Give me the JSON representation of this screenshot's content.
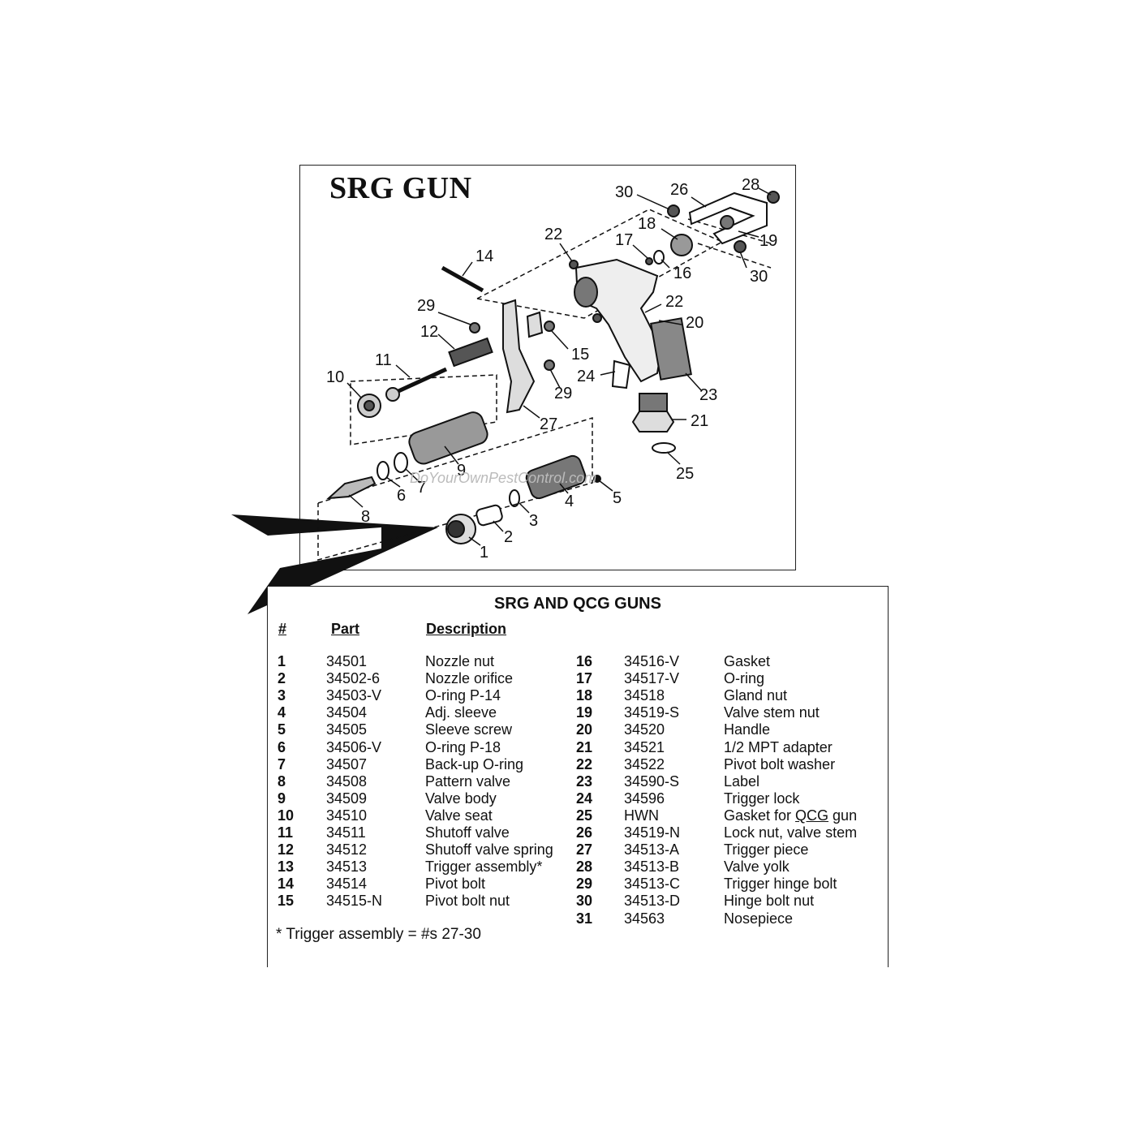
{
  "diagram": {
    "title": "SRG GUN",
    "watermark": "DoYourOwnPestControl.com",
    "callouts": [
      "30",
      "26",
      "28",
      "18",
      "19",
      "22",
      "17",
      "16",
      "30",
      "14",
      "22",
      "20",
      "29",
      "12",
      "15",
      "11",
      "24",
      "23",
      "10",
      "29",
      "27",
      "21",
      "9",
      "25",
      "6",
      "7",
      "4",
      "5",
      "8",
      "3",
      "2",
      "1"
    ]
  },
  "table": {
    "title": "SRG AND QCG GUNS",
    "headers": {
      "num": "#",
      "part": "Part",
      "description": "Description"
    },
    "left_rows": [
      {
        "num": "1",
        "part": "34501",
        "desc": "Nozzle nut"
      },
      {
        "num": "2",
        "part": "34502-6",
        "desc": "Nozzle orifice"
      },
      {
        "num": "3",
        "part": "34503-V",
        "desc": "O-ring  P-14"
      },
      {
        "num": "4",
        "part": "34504",
        "desc": "Adj. sleeve"
      },
      {
        "num": "5",
        "part": "34505",
        "desc": "Sleeve screw"
      },
      {
        "num": "6",
        "part": "34506-V",
        "desc": "O-ring P-18"
      },
      {
        "num": "7",
        "part": "34507",
        "desc": "Back-up O-ring"
      },
      {
        "num": "8",
        "part": "34508",
        "desc": "Pattern valve"
      },
      {
        "num": "9",
        "part": "34509",
        "desc": "Valve body"
      },
      {
        "num": "10",
        "part": "34510",
        "desc": "Valve seat"
      },
      {
        "num": "11",
        "part": "34511",
        "desc": "Shutoff valve"
      },
      {
        "num": "12",
        "part": "34512",
        "desc": "Shutoff valve spring"
      },
      {
        "num": "13",
        "part": "34513",
        "desc": "Trigger assembly*"
      },
      {
        "num": "14",
        "part": "34514",
        "desc": "Pivot bolt"
      },
      {
        "num": "15",
        "part": "34515-N",
        "desc": "Pivot bolt nut"
      }
    ],
    "right_rows": [
      {
        "num": "16",
        "part": "34516-V",
        "desc": "Gasket"
      },
      {
        "num": "17",
        "part": "34517-V",
        "desc": "O-ring"
      },
      {
        "num": "18",
        "part": "34518",
        "desc": "Gland nut"
      },
      {
        "num": "19",
        "part": "34519-S",
        "desc": "Valve stem nut"
      },
      {
        "num": "20",
        "part": "34520",
        "desc": "Handle"
      },
      {
        "num": "21",
        "part": "34521",
        "desc": "1/2 MPT adapter"
      },
      {
        "num": "22",
        "part": "34522",
        "desc": "Pivot bolt washer"
      },
      {
        "num": "23",
        "part": "34590-S",
        "desc": "Label"
      },
      {
        "num": "24",
        "part": "34596",
        "desc": "Trigger lock"
      },
      {
        "num": "25",
        "part": "HWN",
        "desc": "Gasket for QCG gun"
      },
      {
        "num": "26",
        "part": "34519-N",
        "desc": "Lock nut, valve stem"
      },
      {
        "num": "27",
        "part": "34513-A",
        "desc": "Trigger piece"
      },
      {
        "num": "28",
        "part": "34513-B",
        "desc": "Valve yolk"
      },
      {
        "num": "29",
        "part": "34513-C",
        "desc": "Trigger hinge bolt"
      },
      {
        "num": "30",
        "part": "34513-D",
        "desc": "Hinge bolt nut"
      },
      {
        "num": "31",
        "part": "34563",
        "desc": "Nosepiece"
      }
    ],
    "footnote": "* Trigger assembly = #s 27-30"
  }
}
